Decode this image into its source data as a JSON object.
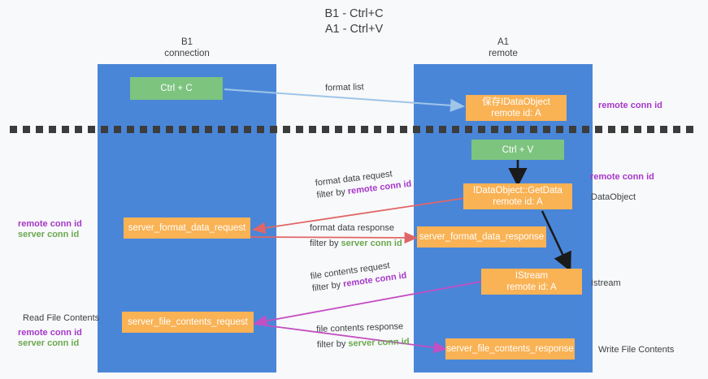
{
  "title": "B1 - Ctrl+C\nA1 - Ctrl+V",
  "columns": {
    "left": {
      "name": "B1",
      "role": "connection",
      "heading": "B1\nconnection"
    },
    "right": {
      "name": "A1",
      "role": "remote",
      "heading": "A1\nremote"
    }
  },
  "colors": {
    "lane": "#4a86d8",
    "box_green": "#7dc47f",
    "box_orange": "#f9b254",
    "accent_purple": "#a637c9",
    "accent_green": "#6aa84f",
    "arrow_blue": "#9fc5e8",
    "arrow_red": "#e06666",
    "arrow_magenta": "#c34fc3",
    "arrow_black": "#1a1a1a",
    "divider": "#3c3c3c",
    "background": "#f8f9fa"
  },
  "boxes": {
    "ctrl_c": "Ctrl + C",
    "ctrl_v": "Ctrl + V",
    "save_dataobject": "保存IDataObject\nremote id: A",
    "getdata": "IDataObject::GetData\nremote id: A",
    "istream": "IStream\nremote id: A",
    "server_format_data_request": "server_format_data_request",
    "server_format_data_response": "server_format_data_response",
    "server_file_contents_request": "server_file_contents_request",
    "server_file_contents_response": "server_file_contents_response"
  },
  "edges": {
    "format_list": {
      "line1": "format list"
    },
    "format_data_request": {
      "line1": "format data request",
      "line2_prefix": "filter by ",
      "line2_key": "remote conn id"
    },
    "format_data_response": {
      "line1": "format data response",
      "line2_prefix": "filter by ",
      "line2_key": "server conn id"
    },
    "file_contents_request": {
      "line1": "file contents request",
      "line2_prefix": "filter by ",
      "line2_key": "remote conn id"
    },
    "file_contents_response": {
      "line1": "file contents response",
      "line2_prefix": "filter by ",
      "line2_key": "server conn id"
    }
  },
  "annotations": {
    "right_top_remote_conn_id": "remote conn id",
    "right_mid_remote_conn_id": "remote conn id",
    "right_dataobject": "DataObject",
    "right_istream": "Istream",
    "right_write_file_contents": "Write File Contents",
    "left_remote_conn_id": "remote conn id",
    "left_server_conn_id": "server conn id",
    "left_read_file_contents": "Read File Contents",
    "left_lower_remote_conn_id": "remote conn id",
    "left_lower_server_conn_id": "server conn id"
  }
}
